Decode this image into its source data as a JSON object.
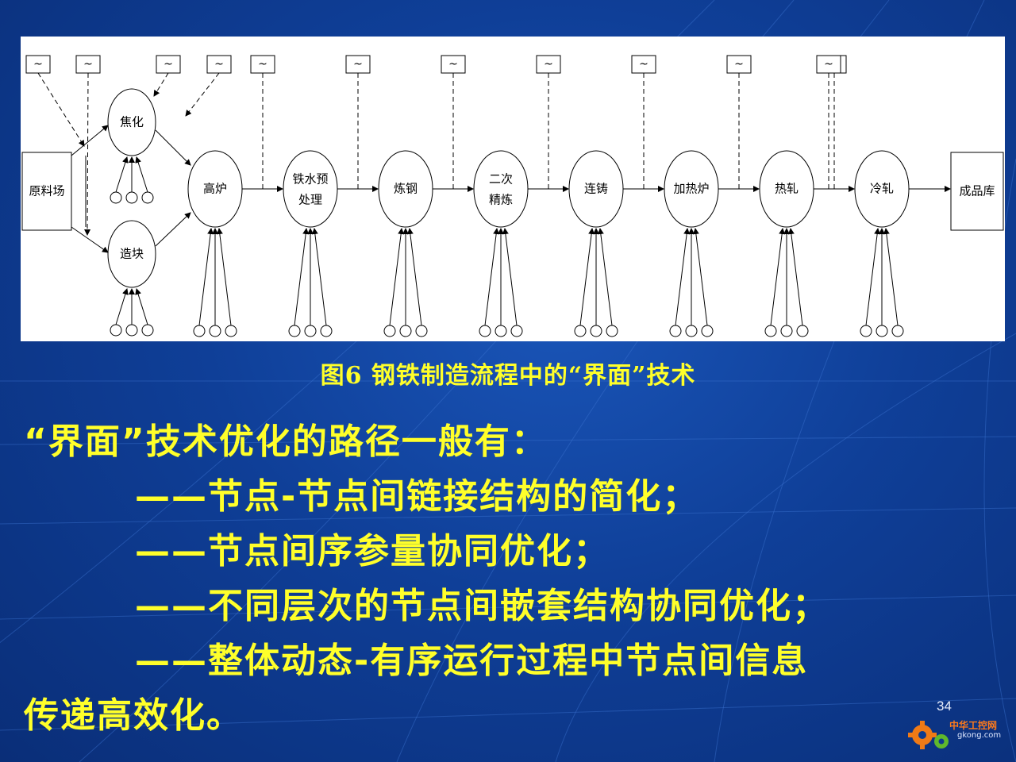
{
  "diagram": {
    "source_node": "原料场",
    "sink_node": "成品库",
    "upper_branch": "焦化",
    "lower_branch": "造块",
    "process_nodes": [
      {
        "label": [
          "高炉"
        ]
      },
      {
        "label": [
          "铁水预",
          "处理"
        ]
      },
      {
        "label": [
          "炼钢"
        ]
      },
      {
        "label": [
          "二次",
          "精炼"
        ]
      },
      {
        "label": [
          "连铸"
        ]
      },
      {
        "label": [
          "加热炉"
        ]
      },
      {
        "label": [
          "热轧"
        ]
      },
      {
        "label": [
          "冷轧"
        ]
      }
    ],
    "info_box_symbol": "~"
  },
  "caption": "图6  钢铁制造流程中的“界面”技术",
  "body": {
    "heading": "“界面”技术优化的路径一般有：",
    "items": [
      "——节点-节点间链接结构的简化；",
      "——节点间序参量协同优化；",
      "——不同层次的节点间嵌套结构协同优化；",
      "——整体动态-有序运行过程中节点间信息"
    ],
    "continuation": "传递高效化。"
  },
  "page_number": "34",
  "logo": {
    "text_cn": "中华工控网",
    "text_en": "gkong.com"
  }
}
